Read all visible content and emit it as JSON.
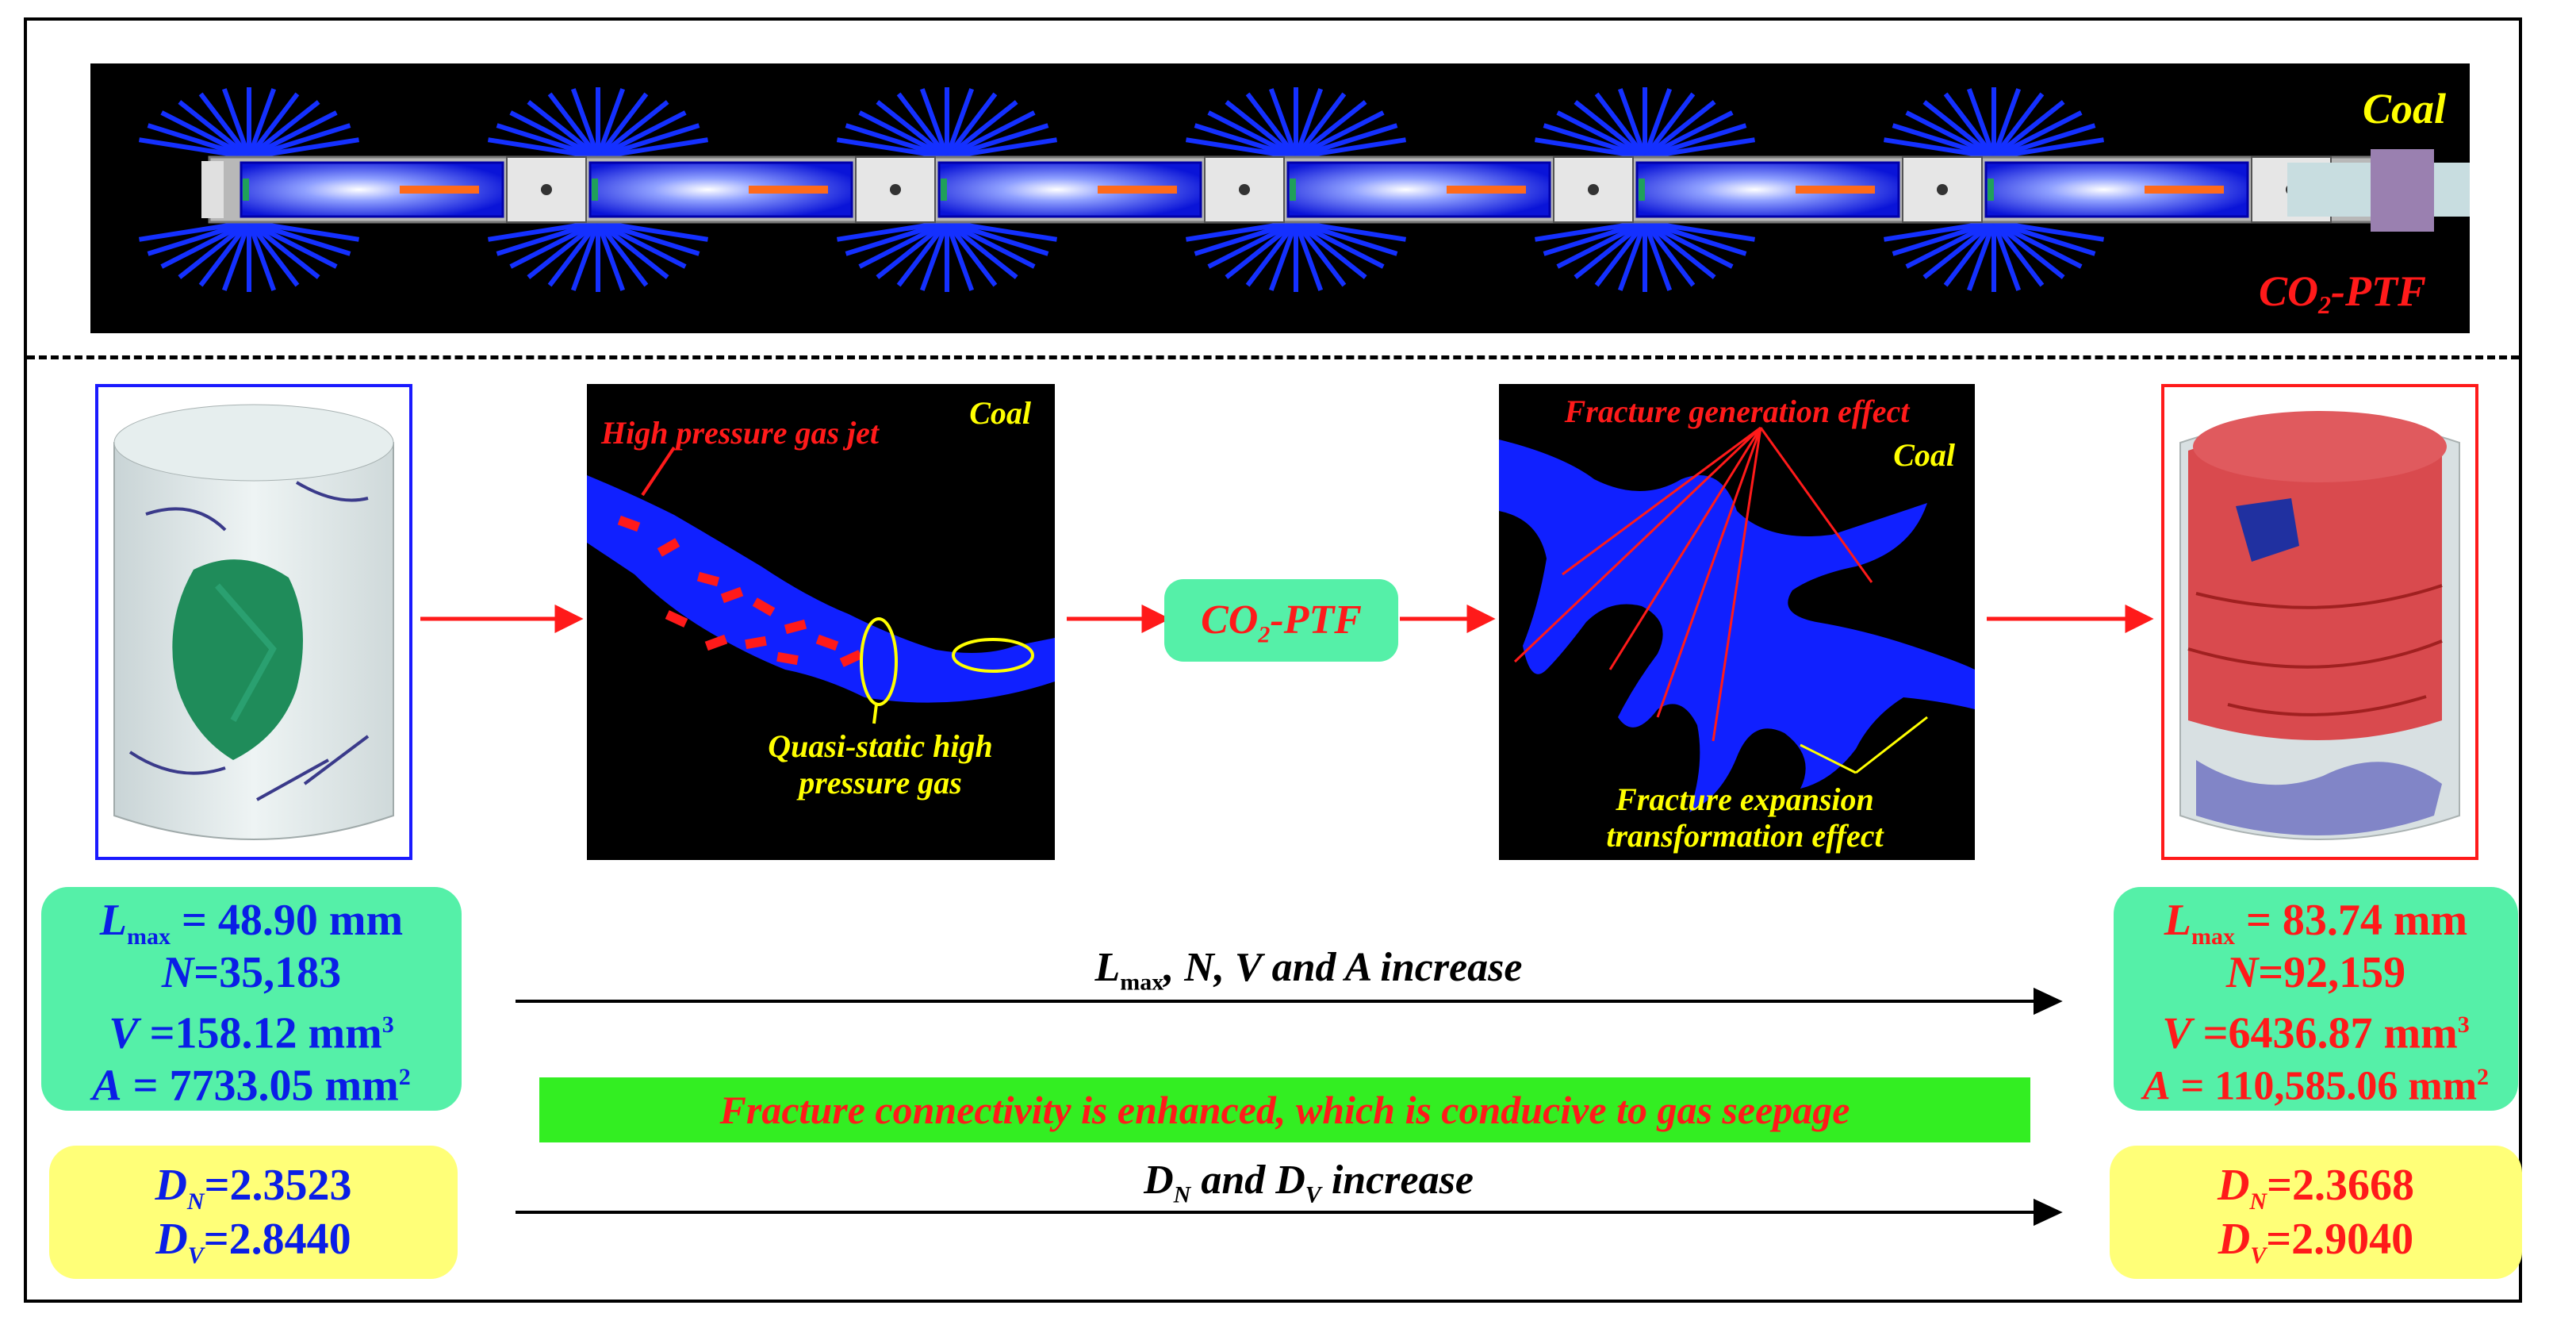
{
  "top": {
    "coal": "Coal",
    "ptf_main": "CO",
    "ptf_sub": "2",
    "ptf_rest": "-PTF"
  },
  "panel2": {
    "coal": "Coal",
    "jet": "High pressure gas jet",
    "quasi_line1": "Quasi-static high",
    "quasi_line2": "pressure gas"
  },
  "middle": {
    "ptf_main": "CO",
    "ptf_sub": "2",
    "ptf_rest": "-PTF"
  },
  "panel3": {
    "coal": "Coal",
    "generation": "Fracture generation effect",
    "expansion_line1": "Fracture expansion",
    "expansion_line2": "transformation effect"
  },
  "left_stats": {
    "lmax_var": "L",
    "lmax_sub": "max",
    "lmax_val": " = 48.90 mm",
    "n_var": "N",
    "n_val": "=35,183",
    "v_var": "V",
    "v_val": " =158.12 mm",
    "v_sup": "3",
    "a_var": "A",
    "a_val": " = 7733.05 mm",
    "a_sup": "2"
  },
  "right_stats": {
    "lmax_var": "L",
    "lmax_sub": "max",
    "lmax_val": " = 83.74 mm",
    "n_var": "N",
    "n_val": "=92,159",
    "v_var": "V",
    "v_val": " =6436.87 mm",
    "v_sup": "3",
    "a_var": "A",
    "a_val": " = 110,585.06 mm",
    "a_sup": "2"
  },
  "left_fractal": {
    "dn_var": "D",
    "dn_sub": "N",
    "dn_val": "=2.3523",
    "dv_var": "D",
    "dv_sub": "V",
    "dv_val": "=2.8440"
  },
  "right_fractal": {
    "dn_var": "D",
    "dn_sub": "N",
    "dn_val": "=2.3668",
    "dv_var": "D",
    "dv_sub": "V",
    "dv_val": "=2.9040"
  },
  "increase1": {
    "l": "L",
    "l_sub": "max",
    "rest": ", N, V and A increase"
  },
  "increase2": {
    "d1": "D",
    "d1_sub": "N",
    "mid": " and ",
    "d2": "D",
    "d2_sub": "V",
    "rest": " increase"
  },
  "banner": "Fracture connectivity is enhanced, which is conducive to gas seepage",
  "colors": {
    "blue_text": "#0a1ee6",
    "red_text": "#ff1a1a",
    "green_box": "#55f0a8",
    "yellow_box": "#ffff78",
    "banner": "#33ee22"
  }
}
